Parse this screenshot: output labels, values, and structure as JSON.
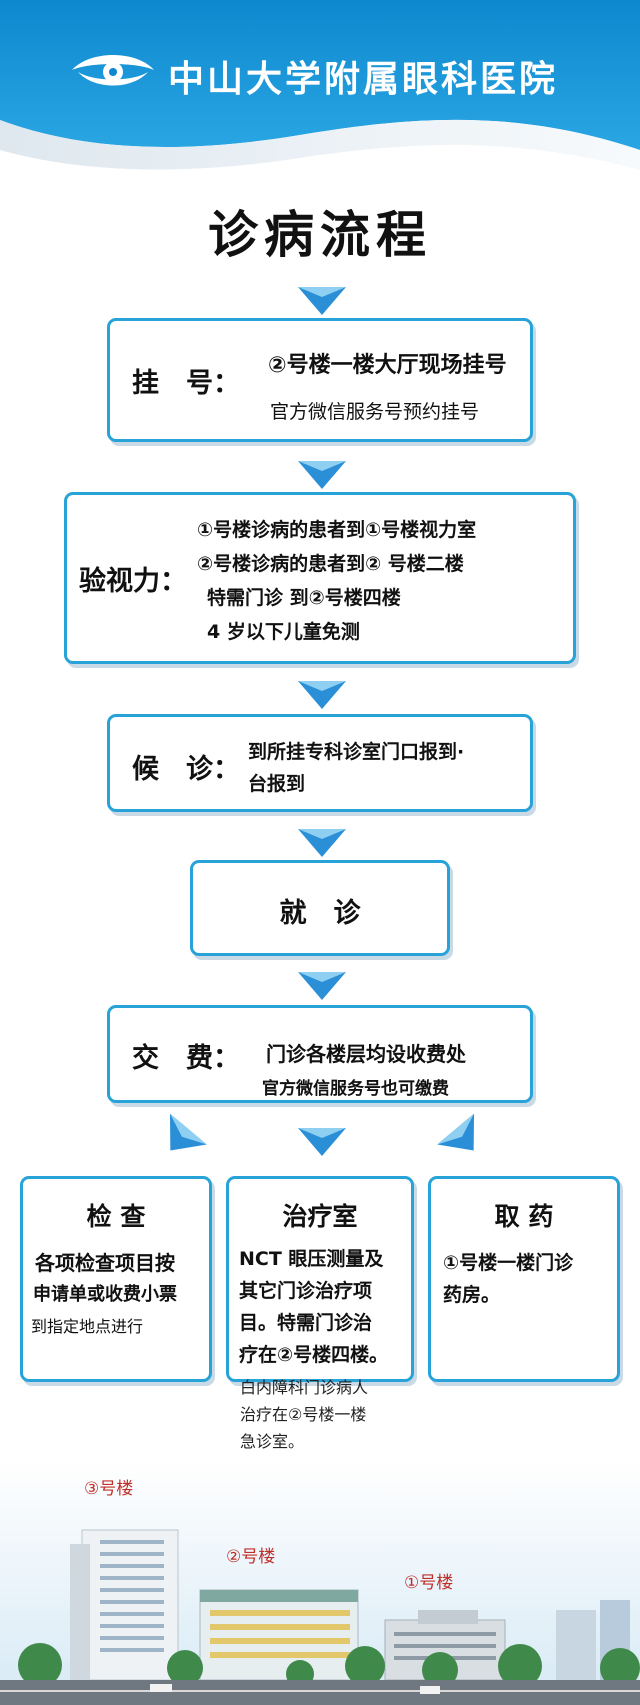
{
  "header": {
    "hospital_name": "中山大学附属眼科医院",
    "logo_icon": "eye-icon",
    "colors": {
      "primary": "#1692d3",
      "box_border": "#27a3d8",
      "arrow": "#2a8fd6"
    }
  },
  "title": "诊病流程",
  "steps": {
    "register": {
      "label": "挂　号：",
      "lines": [
        "②号楼一楼大厅现场挂号",
        "官方微信服务号预约挂号"
      ]
    },
    "vision": {
      "label": "验视力：",
      "lines": [
        "①号楼诊病的患者到①号楼视力室",
        "②号楼诊病的患者到② 号楼二楼",
        "特需门诊 到②号楼四楼",
        "4 岁以下儿童免测"
      ]
    },
    "wait": {
      "label": "候　诊：",
      "lines": [
        "到所挂专科诊室门口报到·",
        "台报到"
      ]
    },
    "consult": {
      "label": "就　诊"
    },
    "pay": {
      "label": "交　费：",
      "lines": [
        "门诊各楼层均设收费处",
        "官方微信服务号也可缴费"
      ]
    }
  },
  "columns": [
    {
      "title": "检 查",
      "lines": [
        "各项检查项目按",
        "申请单或收费小票",
        "到指定地点进行"
      ],
      "sub": []
    },
    {
      "title": "治疗室",
      "lines": [
        "NCT 眼压测量及",
        "其它门诊治疗项",
        "目。特需门诊治",
        "疗在②号楼四楼。"
      ],
      "sub": [
        "白内障科门诊病人",
        "治疗在②号楼一楼",
        "急诊室。"
      ]
    },
    {
      "title": "取 药",
      "lines": [
        "①号楼一楼门诊",
        "药房。"
      ],
      "sub": []
    }
  ],
  "buildings": [
    "③号楼",
    "②号楼",
    "①号楼"
  ]
}
